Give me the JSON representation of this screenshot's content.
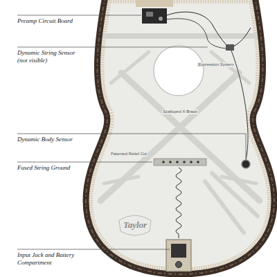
{
  "diagram": {
    "labels": [
      "Preamp Circuit Board",
      "Dynamic String Sensor (not visible)",
      "Dynamic Body Sensor",
      "Fused String Ground",
      "Input Jack and Battery Compartment",
      "Expression System",
      "Scalloped X-Brace",
      "Patented Relief Cut",
      "Taylor"
    ]
  }
}
